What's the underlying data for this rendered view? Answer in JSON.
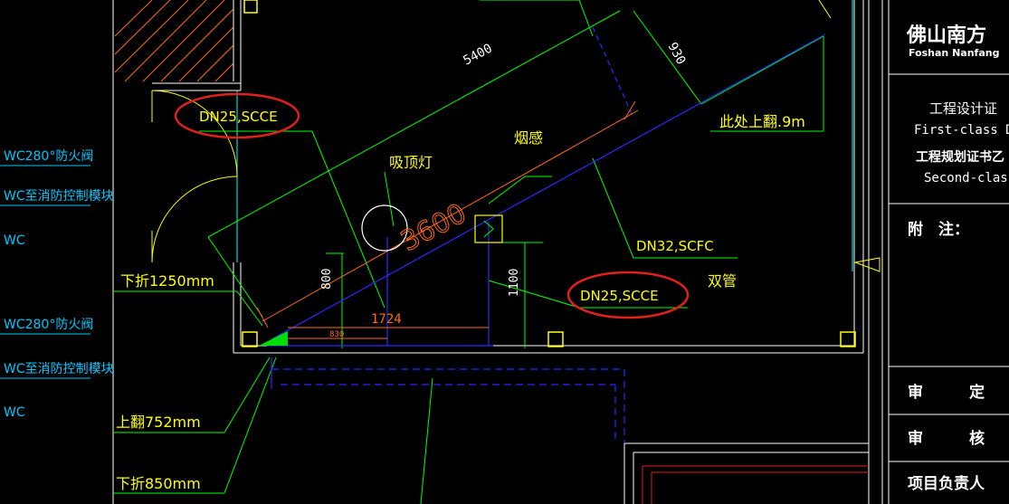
{
  "left_labels": [
    {
      "text": "WC280°防火阀",
      "color": "#00c8ff"
    },
    {
      "text": "WC至消防控制模块",
      "color": "#00c8ff"
    },
    {
      "text": "WC",
      "color": "#00c8ff"
    },
    {
      "text": "WC280°防火阀",
      "color": "#00c8ff"
    },
    {
      "text": "WC至消防控制模块",
      "color": "#00c8ff"
    },
    {
      "text": "WC",
      "color": "#00c8ff"
    }
  ],
  "annotations": {
    "dn25_top": "DN25,SCCE",
    "dn25_right": "DN25,SCCE",
    "dn32": "DN32,SCFC",
    "double_pipe": "双管",
    "ceiling_light": "吸顶灯",
    "smoke_detector": "烟感",
    "turn_up_here": "此处上翻.9m",
    "down_1250": "下折1250mm",
    "up_752": "上翻752mm",
    "down_850": "下折850mm"
  },
  "dimensions": {
    "d5400": "5400",
    "d930": "930",
    "d3600": "3600",
    "d800": "800",
    "d1724": "1724",
    "d830": "830",
    "d1100": "1100"
  },
  "title_block": {
    "company_cn": "佛山南方",
    "company_en": "Foshan Nanfang",
    "cert_design": "工程设计证",
    "cert_design_en": "First-class De",
    "cert_planning": "工程规划证书乙",
    "cert_planning_en": "Second-clas",
    "notes_label": "附　注：",
    "approve_label": "审　　　定",
    "review_label": "审　　　核",
    "project_lead_label": "项目负责人"
  },
  "colors": {
    "wall": "#ffffff",
    "cyan": "#00ffff",
    "green": "#00ff00",
    "yellow": "#ffff00",
    "blue_pipe": "#2a2aff",
    "orange": "#ff6a1a",
    "red_circle": "#e0201c",
    "hatch": "#ff6a1a"
  }
}
